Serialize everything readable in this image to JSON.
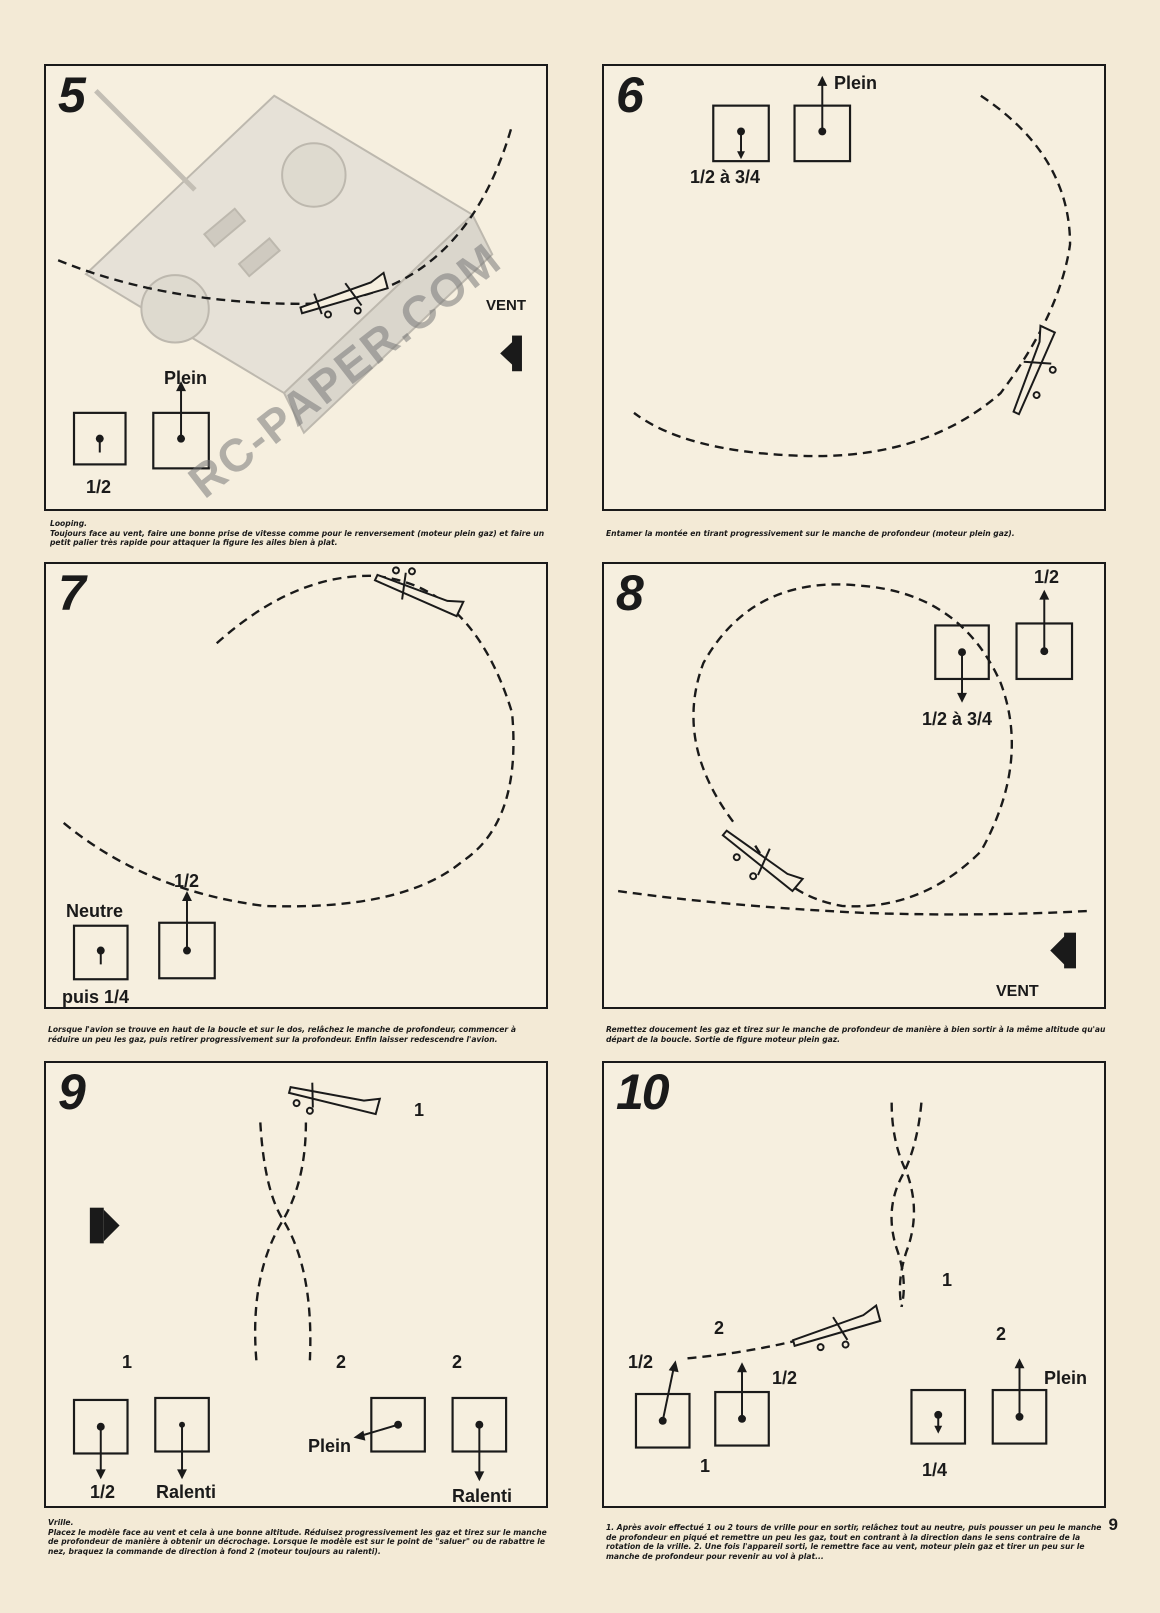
{
  "page_number": "9",
  "watermark": "RC-PAPER.COM",
  "panels": [
    {
      "number": "5",
      "labels": {
        "wind": "VENT",
        "throttle_top": "Plein",
        "throttle_bottom": "1/2"
      },
      "caption_title": "Looping.",
      "caption": "Toujours face au vent, faire une bonne prise de vitesse comme pour le renversement (moteur plein gaz) et faire un petit palier très rapide pour attaquer la figure les ailes bien à plat."
    },
    {
      "number": "6",
      "labels": {
        "top": "Plein",
        "bottom": "1/2 à 3/4"
      },
      "caption": "Entamer la montée en tirant progressivement sur le manche de profondeur (moteur plein gaz)."
    },
    {
      "number": "7",
      "labels": {
        "left_top": "Neutre",
        "left_bottom": "puis 1/4",
        "right_top": "1/2"
      },
      "caption": "Lorsque l'avion se trouve en haut de la boucle et sur le dos, relâchez le manche de profondeur, commencer à réduire un peu les gaz, puis retirer progressivement sur la profondeur. Enfin laisser redescendre l'avion."
    },
    {
      "number": "8",
      "labels": {
        "right_top": "1/2",
        "left_bottom": "1/2 à 3/4",
        "wind": "VENT"
      },
      "caption": "Remettez doucement les gaz et tirez sur le manche de profondeur de manière à bien sortir à la même altitude qu'au départ de la boucle. Sortie de figure moteur plein gaz."
    },
    {
      "number": "9",
      "labels": {
        "top_one": "1",
        "left_one": "1",
        "middle_two": "2",
        "right_two": "2",
        "left_half": "1/2",
        "ralenti_left": "Ralenti",
        "plein": "Plein",
        "ralenti_right": "Ralenti"
      },
      "caption_title": "Vrille.",
      "caption": "Placez le modèle face au vent et cela à une bonne altitude. Réduisez progressivement les gaz et tirez sur le manche de profondeur de manière à obtenir un décrochage. Lorsque le modèle est sur le point de \"saluer\" ou de rabattre le nez, braquez la commande de direction à fond 2 (moteur toujours au ralenti)."
    },
    {
      "number": "10",
      "labels": {
        "spin_one": "1",
        "two_left": "2",
        "two_right": "2",
        "half_left": "1/2",
        "half_mid": "1/2",
        "one_bottom": "1",
        "quarter": "1/4",
        "plein": "Plein"
      },
      "caption": "1. Après avoir effectué 1 ou 2 tours de vrille pour en sortir, relâchez tout au neutre, puis pousser un peu le manche de profondeur en piqué et remettre un peu les gaz, tout en contrant à la direction dans le sens contraire de la rotation de la vrille. 2. Une fois l'appareil sorti, le remettre face au vent, moteur plein gaz et tirer un peu sur le manche de profondeur pour revenir au vol à plat..."
    }
  ]
}
